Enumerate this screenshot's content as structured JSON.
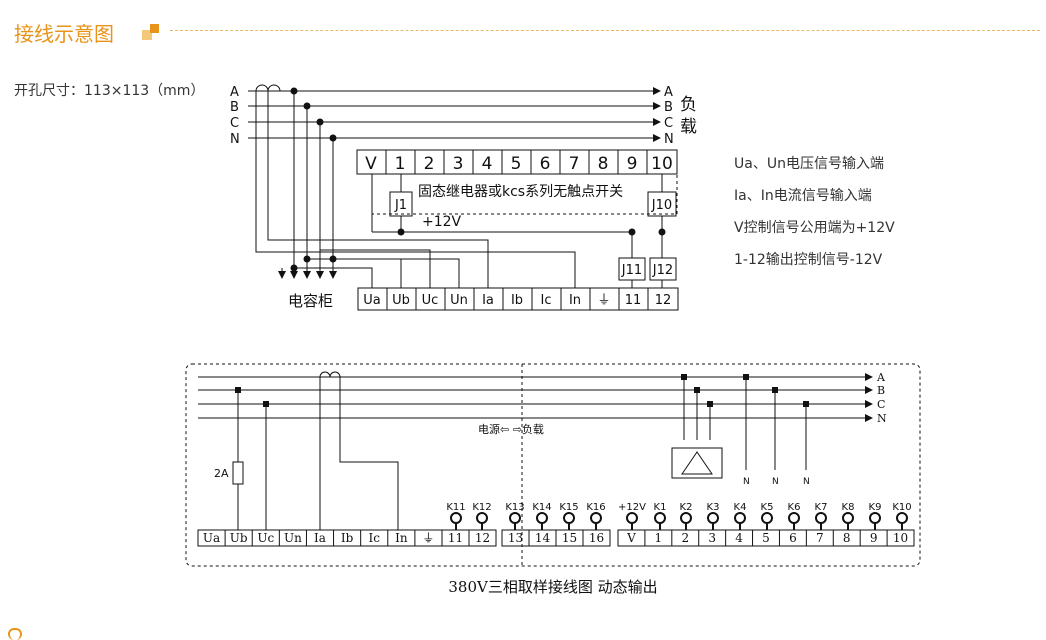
{
  "header": {
    "title": "接线示意图"
  },
  "hole_size": "开孔尺寸：113×113（mm）",
  "top": {
    "phases_left": [
      "A",
      "B",
      "C",
      "N"
    ],
    "phases_right": [
      "A",
      "B",
      "C",
      "N"
    ],
    "load_label": [
      "负",
      "载"
    ],
    "terminals_top": [
      "V",
      "1",
      "2",
      "3",
      "4",
      "5",
      "6",
      "7",
      "8",
      "9",
      "10"
    ],
    "relay_text": "固态继电器或kcs系列无触点开关",
    "j1": "J1",
    "j10": "J10",
    "j11": "J11",
    "j12": "J12",
    "plus12": "+12V",
    "cap_label": "电容柜",
    "terminals_bottom": [
      "Ua",
      "Ub",
      "Uc",
      "Un",
      "Ia",
      "Ib",
      "Ic",
      "In",
      "⏚",
      "11",
      "12"
    ]
  },
  "info": [
    "Ua、Un电压信号输入端",
    "Ia、In电流信号输入端",
    "V控制信号公用端为+12V",
    "1-12输出控制信号-12V"
  ],
  "bottom": {
    "phases_right": [
      "A",
      "B",
      "C",
      "N"
    ],
    "source_load": "电源⇦ ⇨负载",
    "fuse": "2A",
    "n_labels": [
      "N",
      "N",
      "N"
    ],
    "k_left": [
      "K11",
      "K12",
      "K13",
      "K14",
      "K15",
      "K16"
    ],
    "k_right": [
      "+12V",
      "K1",
      "K2",
      "K3",
      "K4",
      "K5",
      "K6",
      "K7",
      "K8",
      "K9",
      "K10"
    ],
    "terms_a": [
      "Ua",
      "Ub",
      "Uc",
      "Un",
      "Ia",
      "Ib",
      "Ic",
      "In",
      "⏚"
    ],
    "terms_b": [
      "11",
      "12"
    ],
    "terms_c": [
      "13",
      "14",
      "15",
      "16"
    ],
    "terms_d": [
      "V",
      "1",
      "2",
      "3",
      "4",
      "5",
      "6",
      "7",
      "8",
      "9",
      "10"
    ],
    "caption": "380V三相取样接线图   动态输出"
  }
}
